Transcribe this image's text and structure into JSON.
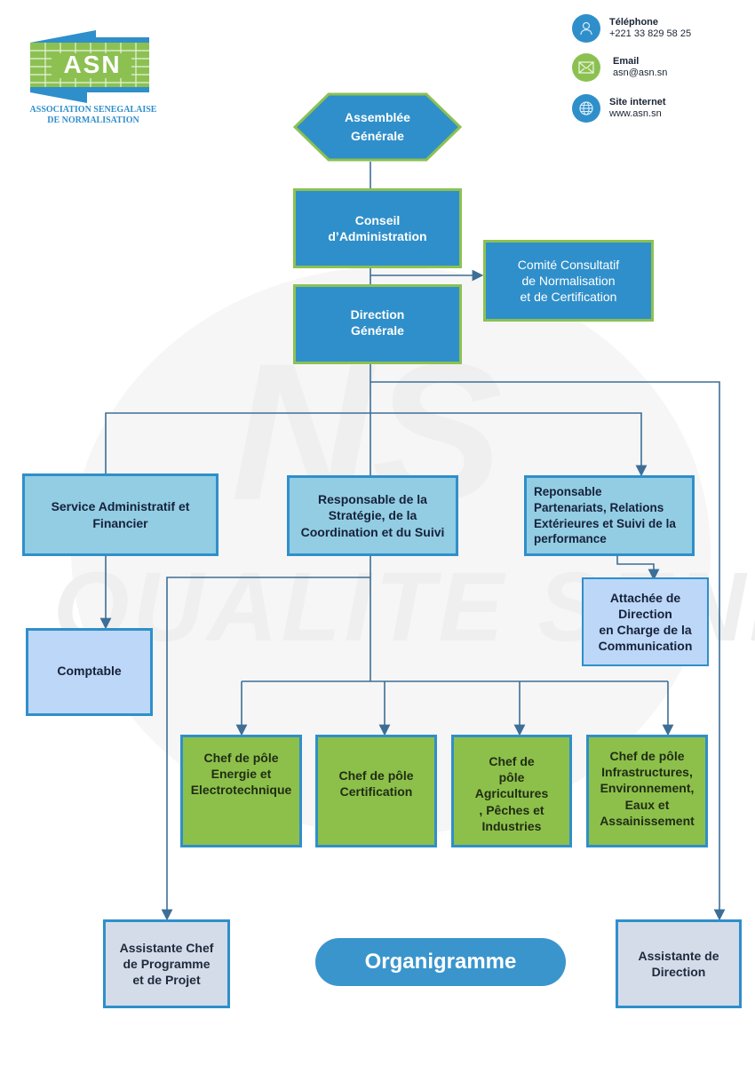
{
  "logo": {
    "acronym": "ASN",
    "name_line1": "ASSOCIATION SENEGALAISE",
    "name_line2": "DE NORMALISATION"
  },
  "contacts": [
    {
      "icon": "user-icon",
      "label": "Téléphone",
      "value": "+221 33 829 58 25",
      "color": "#2f8fca"
    },
    {
      "icon": "mail-icon",
      "label": "Email",
      "value": "asn@asn.sn",
      "color": "#8cc152"
    },
    {
      "icon": "globe-icon",
      "label": "Site internet",
      "value": "www.asn.sn",
      "color": "#2f8fca"
    }
  ],
  "watermark": {
    "text": "QUALITE SENEGAL",
    "monogram": "NS"
  },
  "nodes": {
    "assemblee": "Assemblée\nGénérale",
    "conseil": "Conseil\nd’Administration",
    "comite": "Comité Consultatif\nde Normalisation\net de Certification",
    "direction": "Direction\nGénérale",
    "saf": "Service Administratif et\nFinancier",
    "strategie": "Responsable de la\nStratégie, de la\nCoordination et du Suivi",
    "partenariats": "Reponsable\nPartenariats, Relations\nExtérieures et Suivi de la\nperformance",
    "attachee": "Attachée de\nDirection\nen Charge de la\nCommunication",
    "comptable": "Comptable",
    "pole_energie": "Chef de pôle\nEnergie et\nElectrotechnique",
    "pole_certif": "Chef de pôle\nCertification",
    "pole_agri": "Chef de\npôle\nAgricultures\n, Pêches et\nIndustries",
    "pole_infra": "Chef de pôle\nInfrastructures,\nEnvironnement,\nEaux et\nAssainissement",
    "assistante_chef": "Assistante Chef\nde Programme\net de Projet",
    "assistante_dir": "Assistante de\nDirection"
  },
  "title": "Organigramme",
  "colors": {
    "primary_blue": "#2f8fca",
    "green": "#8cc152",
    "mid_blue": "#92cde3",
    "light_blue": "#bcd7f7",
    "grey": "#d4dcea",
    "line": "#3d6e96"
  }
}
